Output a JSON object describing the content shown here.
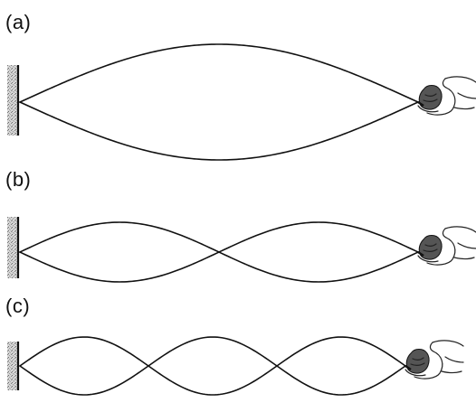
{
  "panels": [
    {
      "label": "(a)",
      "loops": 1
    },
    {
      "label": "(b)",
      "loops": 2
    },
    {
      "label": "(c)",
      "loops": 3
    }
  ],
  "colors": {
    "ink": "#111111",
    "wall": "#9a9a9a",
    "background": "#ffffff"
  },
  "icons": {
    "wall": "fixed-wall-icon",
    "hand": "hand-holding-string-icon"
  }
}
